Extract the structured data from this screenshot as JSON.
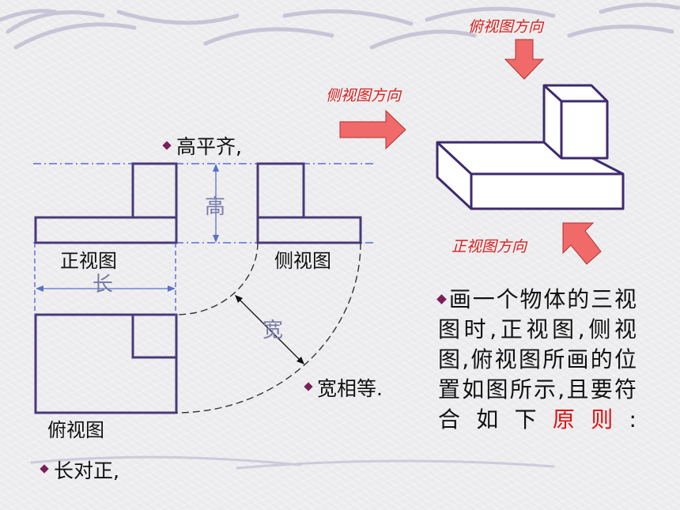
{
  "labels": {
    "front_view": "正视图",
    "side_view": "侧视图",
    "top_view": "俯视图",
    "height_dim": "高",
    "length_dim": "长",
    "width_dim": "宽",
    "rule_height": "高平齐,",
    "rule_width": "宽相等.",
    "rule_length": "长对正,",
    "dir_top": "俯视图方向",
    "dir_side": "侧视图方向",
    "dir_front": "正视图方向"
  },
  "description": {
    "text": "画一个物体的三视图时,正视图,侧视图,俯视图所画的位置如图所示,且要符合如下",
    "highlight": "原则",
    "tail": ":"
  },
  "colors": {
    "outline": "#4a3a78",
    "guide": "#4050d0",
    "arrow_fill": "#f06a6a",
    "dim_line": "#5a70c8",
    "highlight": "#e01010"
  }
}
